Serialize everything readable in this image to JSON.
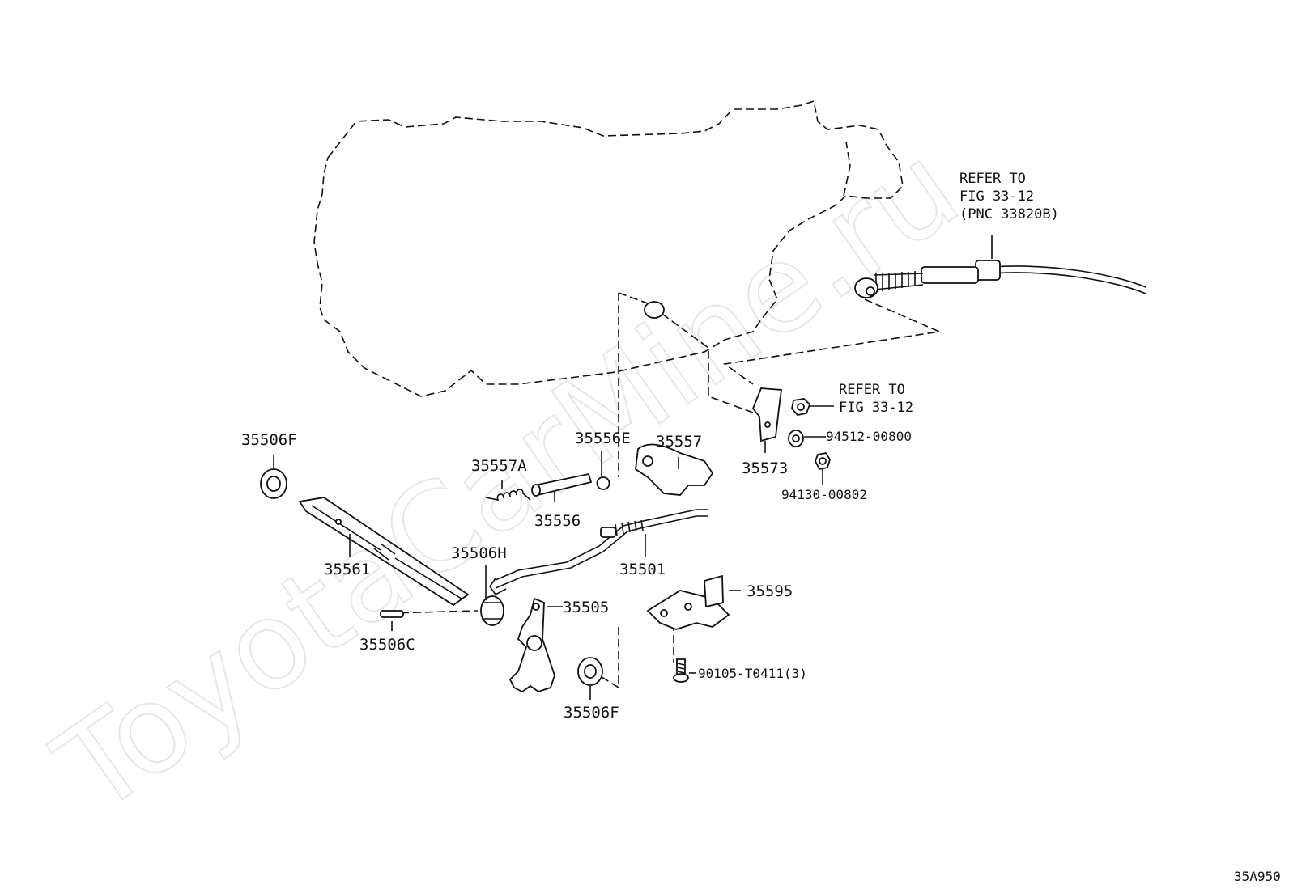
{
  "watermark": "ToyotaCarMine.ru",
  "diagram_id": "35A950",
  "refs": {
    "cable_ref": [
      "REFER TO",
      "FIG 33-12",
      "(PNC 33820B)"
    ],
    "bracket_ref": [
      "REFER TO",
      "FIG 33-12"
    ]
  },
  "parts": {
    "p35506F_top": "35506F",
    "p35561": "35561",
    "p35557A": "35557A",
    "p35556": "35556",
    "p35556E": "35556E",
    "p35557": "35557",
    "p35573": "35573",
    "p94512": "94512-00800",
    "p94130": "94130-00802",
    "p35506H": "35506H",
    "p35501": "35501",
    "p35505": "35505",
    "p35595": "35595",
    "p35506C": "35506C",
    "p90105": "90105-T0411(3)",
    "p35506F_bottom": "35506F"
  }
}
